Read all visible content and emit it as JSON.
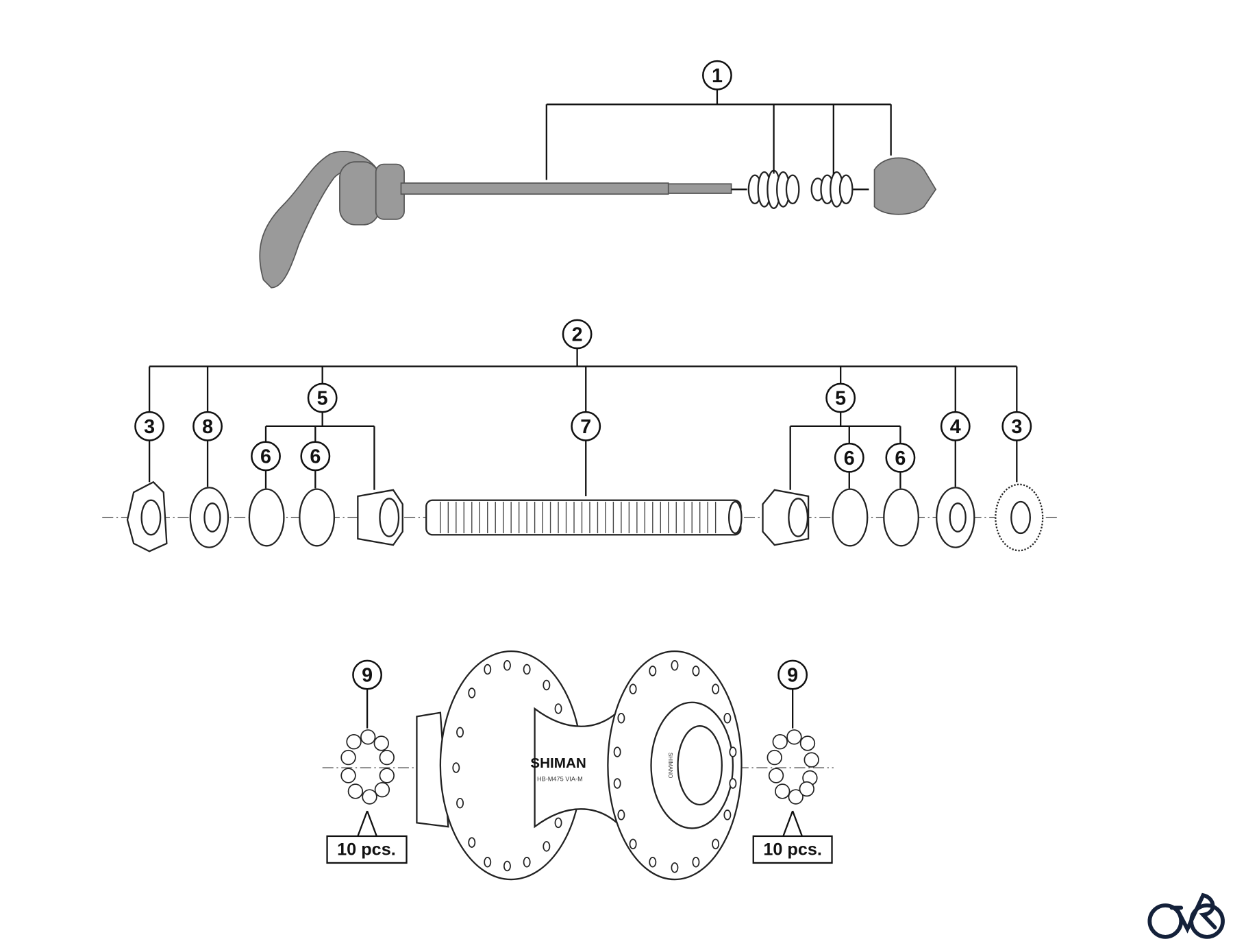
{
  "callouts": {
    "c1": "1",
    "c2": "2",
    "c3a": "3",
    "c8": "8",
    "c5a": "5",
    "c6a": "6",
    "c6b": "6",
    "c7": "7",
    "c5b": "5",
    "c6c": "6",
    "c6d": "6",
    "c4": "4",
    "c3b": "3",
    "c9a": "9",
    "c9b": "9"
  },
  "quantity_labels": {
    "left": "10 pcs.",
    "right": "10 pcs."
  },
  "hub": {
    "brand": "SHIMANO",
    "brand_visible": "SHIMAN",
    "model": "HB-M475   VIA-M",
    "flange_brand": "SHIMANO"
  },
  "logo": {
    "name": "bike-logo"
  },
  "colors": {
    "line": "#111111",
    "part_grey": "#9a9a9a",
    "logo": "#14213a"
  }
}
